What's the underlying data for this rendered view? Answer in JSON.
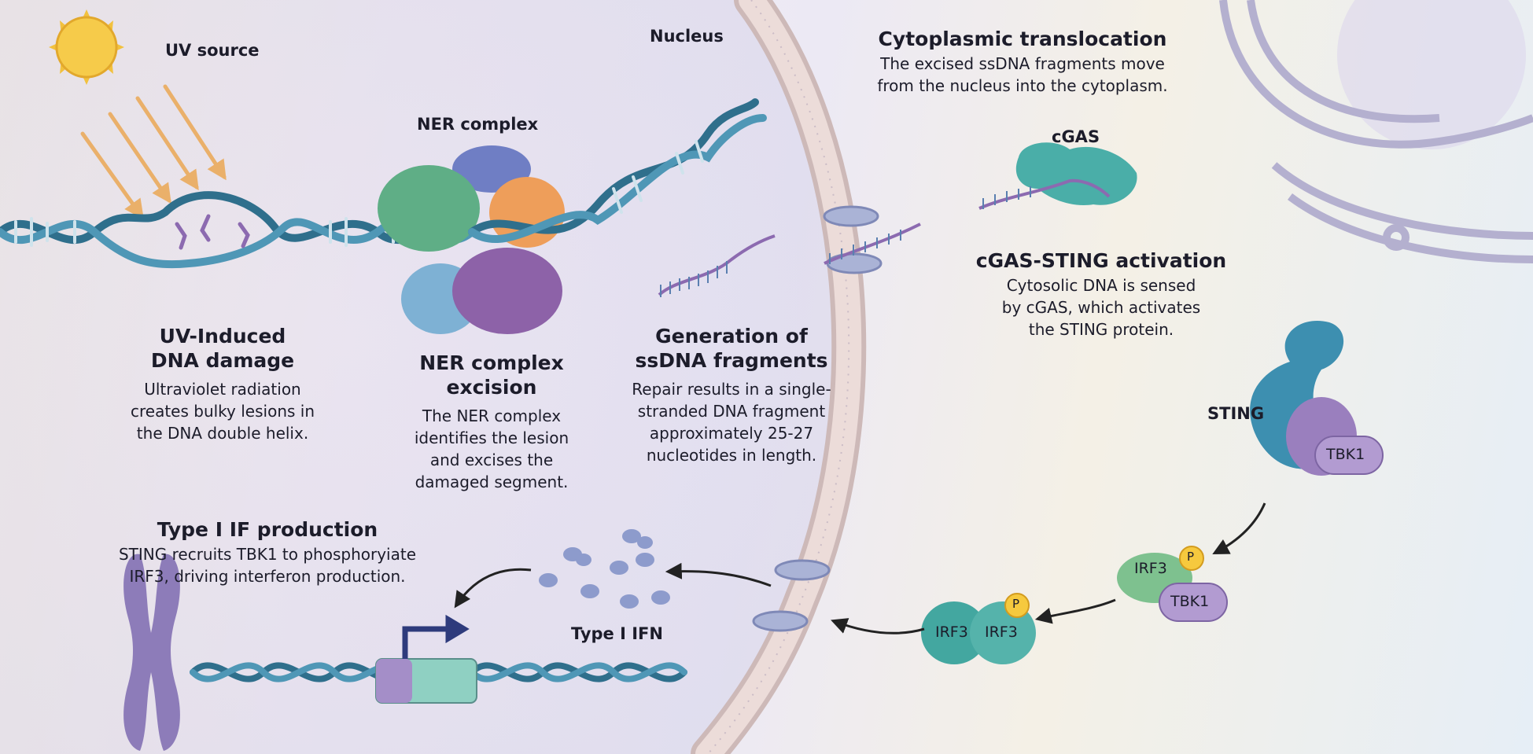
{
  "labels": {
    "uv_source": "UV source",
    "nucleus": "Nucleus",
    "ner_complex": "NER complex",
    "cgas": "cGAS",
    "sting": "STING",
    "type_i_ifn": "Type I IFN",
    "tbk1": "TBK1",
    "irf3": "IRF3",
    "phospho": "P"
  },
  "sections": {
    "uv_damage": {
      "title": [
        "UV-Induced",
        "DNA damage"
      ],
      "desc": [
        "Ultraviolet radiation",
        "creates bulky lesions in",
        "the DNA double helix."
      ]
    },
    "ner_excision": {
      "title": [
        "NER complex",
        "excision"
      ],
      "desc": [
        "The NER complex",
        "identifies the lesion",
        "and excises the",
        "damaged segment."
      ]
    },
    "ssdna": {
      "title": [
        "Generation of",
        "ssDNA fragments"
      ],
      "desc": [
        "Repair results in a single-",
        "stranded DNA fragment",
        "approximately 25-27",
        "nucleotides in length."
      ]
    },
    "translocation": {
      "title": [
        "Cytoplasmic translocation"
      ],
      "desc": [
        "The excised ssDNA fragments move",
        "from the nucleus into the cytoplasm."
      ]
    },
    "cgas_sting": {
      "title": [
        "cGAS-STING activation"
      ],
      "desc": [
        "Cytosolic DNA is sensed",
        "by cGAS, which activates",
        "the STING protein."
      ]
    },
    "type_i": {
      "title": [
        "Type I IF production"
      ],
      "desc": [
        "STING recruits TBK1 to phosphoryiate",
        "IRF3, driving interferon production."
      ]
    }
  },
  "colors": {
    "dna": "#3a7f9e",
    "membrane": "#e7d6d3",
    "ner_green": "#5fae86",
    "ner_blue": "#6f7ec4",
    "ner_orange": "#ee9e5a",
    "ner_purple": "#8d62a8",
    "cgas_teal": "#4aaea8",
    "sting_blue": "#3d8fb0",
    "tbk1_purple": "#9a7fbe",
    "irf3_teal": "#43a7a0",
    "phospho_yellow": "#f6c93e"
  }
}
